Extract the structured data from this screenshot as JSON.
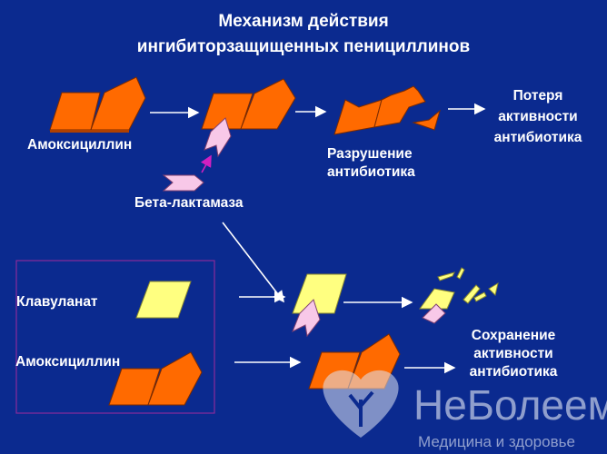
{
  "title": {
    "line1": "Механизм действия",
    "line2": "ингибиторзащищенных пенициллинов"
  },
  "labels": {
    "amoxicillin_top": "Амоксициллин",
    "beta_lactamase": "Бета-лактамаза",
    "destruction": {
      "line1": "Разрушение",
      "line2": "антибиотика"
    },
    "loss": {
      "line1": "Потеря",
      "line2": "активности",
      "line3": "антибиотика"
    },
    "clavulanate": "Клавуланат",
    "amoxicillin_bottom": "Амоксициллин",
    "preservation": {
      "line1": "Сохранение",
      "line2": "активности",
      "line3": "антибиотика"
    }
  },
  "watermark": {
    "brand": "НеБолеем",
    "tagline": "Медицина и здоровье"
  },
  "colors": {
    "background": "#0b2a8f",
    "antibiotic": "#ff6a00",
    "clavulanate": "#ffff80",
    "enzyme": "#f8c8e8",
    "box": "#8a2a9a"
  }
}
